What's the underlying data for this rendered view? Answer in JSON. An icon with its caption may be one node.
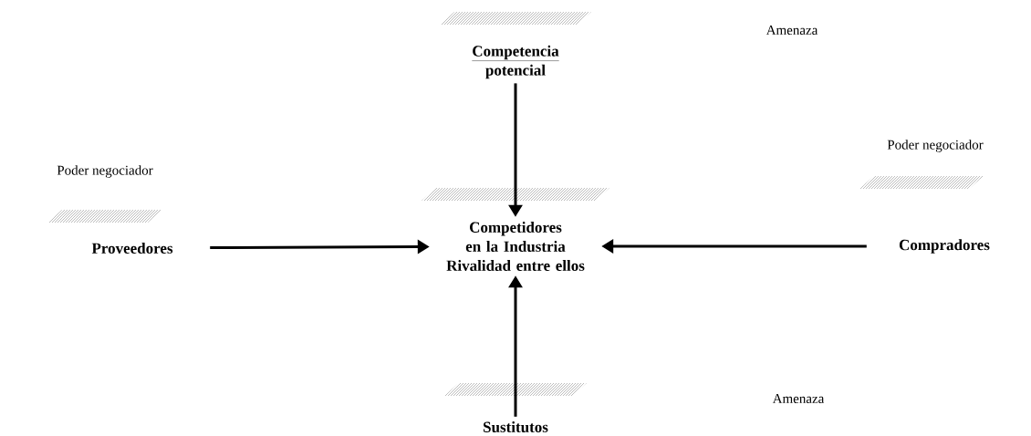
{
  "diagram": {
    "nodes": [
      {
        "text": [
          "Competencia",
          "potencial"
        ]
      },
      {
        "text": [
          "Competidores en la Industria Rivalidad entre ellos"
        ]
      },
      {
        "text": [
          "Proveedores"
        ]
      },
      {
        "text": [
          "Compradores"
        ]
      },
      {
        "text": [
          "Sustitutos"
        ]
      }
    ],
    "labels": [
      "Amenaza",
      "Poder negociador",
      "Poder negociador",
      "Amenaza"
    ],
    "edges": [
      {
        "from": 0,
        "to": 1,
        "arrow": "to"
      },
      {
        "from": 2,
        "to": 1,
        "arrow": "to"
      },
      {
        "from": 3,
        "to": 1,
        "arrow": "to"
      },
      {
        "from": 4,
        "to": 1,
        "arrow": "to"
      }
    ]
  }
}
